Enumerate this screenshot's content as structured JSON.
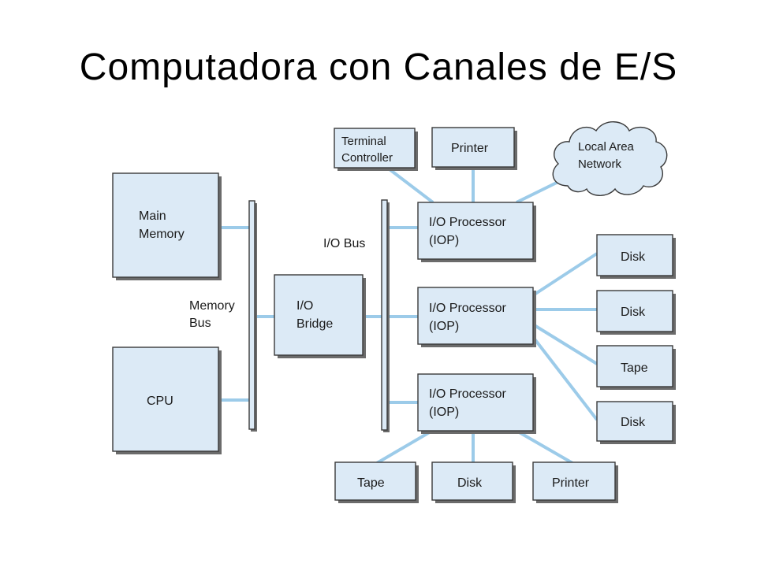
{
  "title": "Computadora con Canales de E/S",
  "nodes": {
    "main_memory": [
      "Main",
      "Memory"
    ],
    "cpu": "CPU",
    "memory_bus": [
      "Memory",
      "Bus"
    ],
    "io_bridge": [
      "I/O",
      "Bridge"
    ],
    "io_bus": "I/O Bus",
    "iop_1": [
      "I/O Processor",
      "(IOP)"
    ],
    "iop_2": [
      "I/O Processor",
      "(IOP)"
    ],
    "iop_3": [
      "I/O Processor",
      "(IOP)"
    ],
    "terminal_controller": [
      "Terminal",
      "Controller"
    ],
    "printer_top": "Printer",
    "lan": [
      "Local Area",
      "Network"
    ],
    "disk_1": "Disk",
    "disk_2": "Disk",
    "tape_right": "Tape",
    "disk_3": "Disk",
    "tape_bottom": "Tape",
    "disk_bottom": "Disk",
    "printer_bottom": "Printer"
  }
}
